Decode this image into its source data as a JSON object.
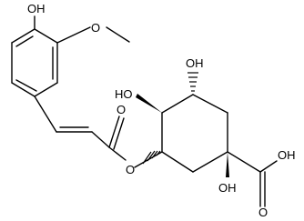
{
  "molecule": {
    "atoms": [
      {
        "id": "O_phenol",
        "label": "OH"
      },
      {
        "id": "O_methoxy",
        "label": "O"
      },
      {
        "id": "O_ester_carbonyl",
        "label": "O"
      },
      {
        "id": "O_ester",
        "label": "O"
      },
      {
        "id": "O_c4",
        "label": "HO"
      },
      {
        "id": "O_c5",
        "label": "OH"
      },
      {
        "id": "O_c1",
        "label": "OH"
      },
      {
        "id": "O_acid_carbonyl",
        "label": "O"
      },
      {
        "id": "O_acid_hydroxyl",
        "label": "OH"
      }
    ]
  }
}
